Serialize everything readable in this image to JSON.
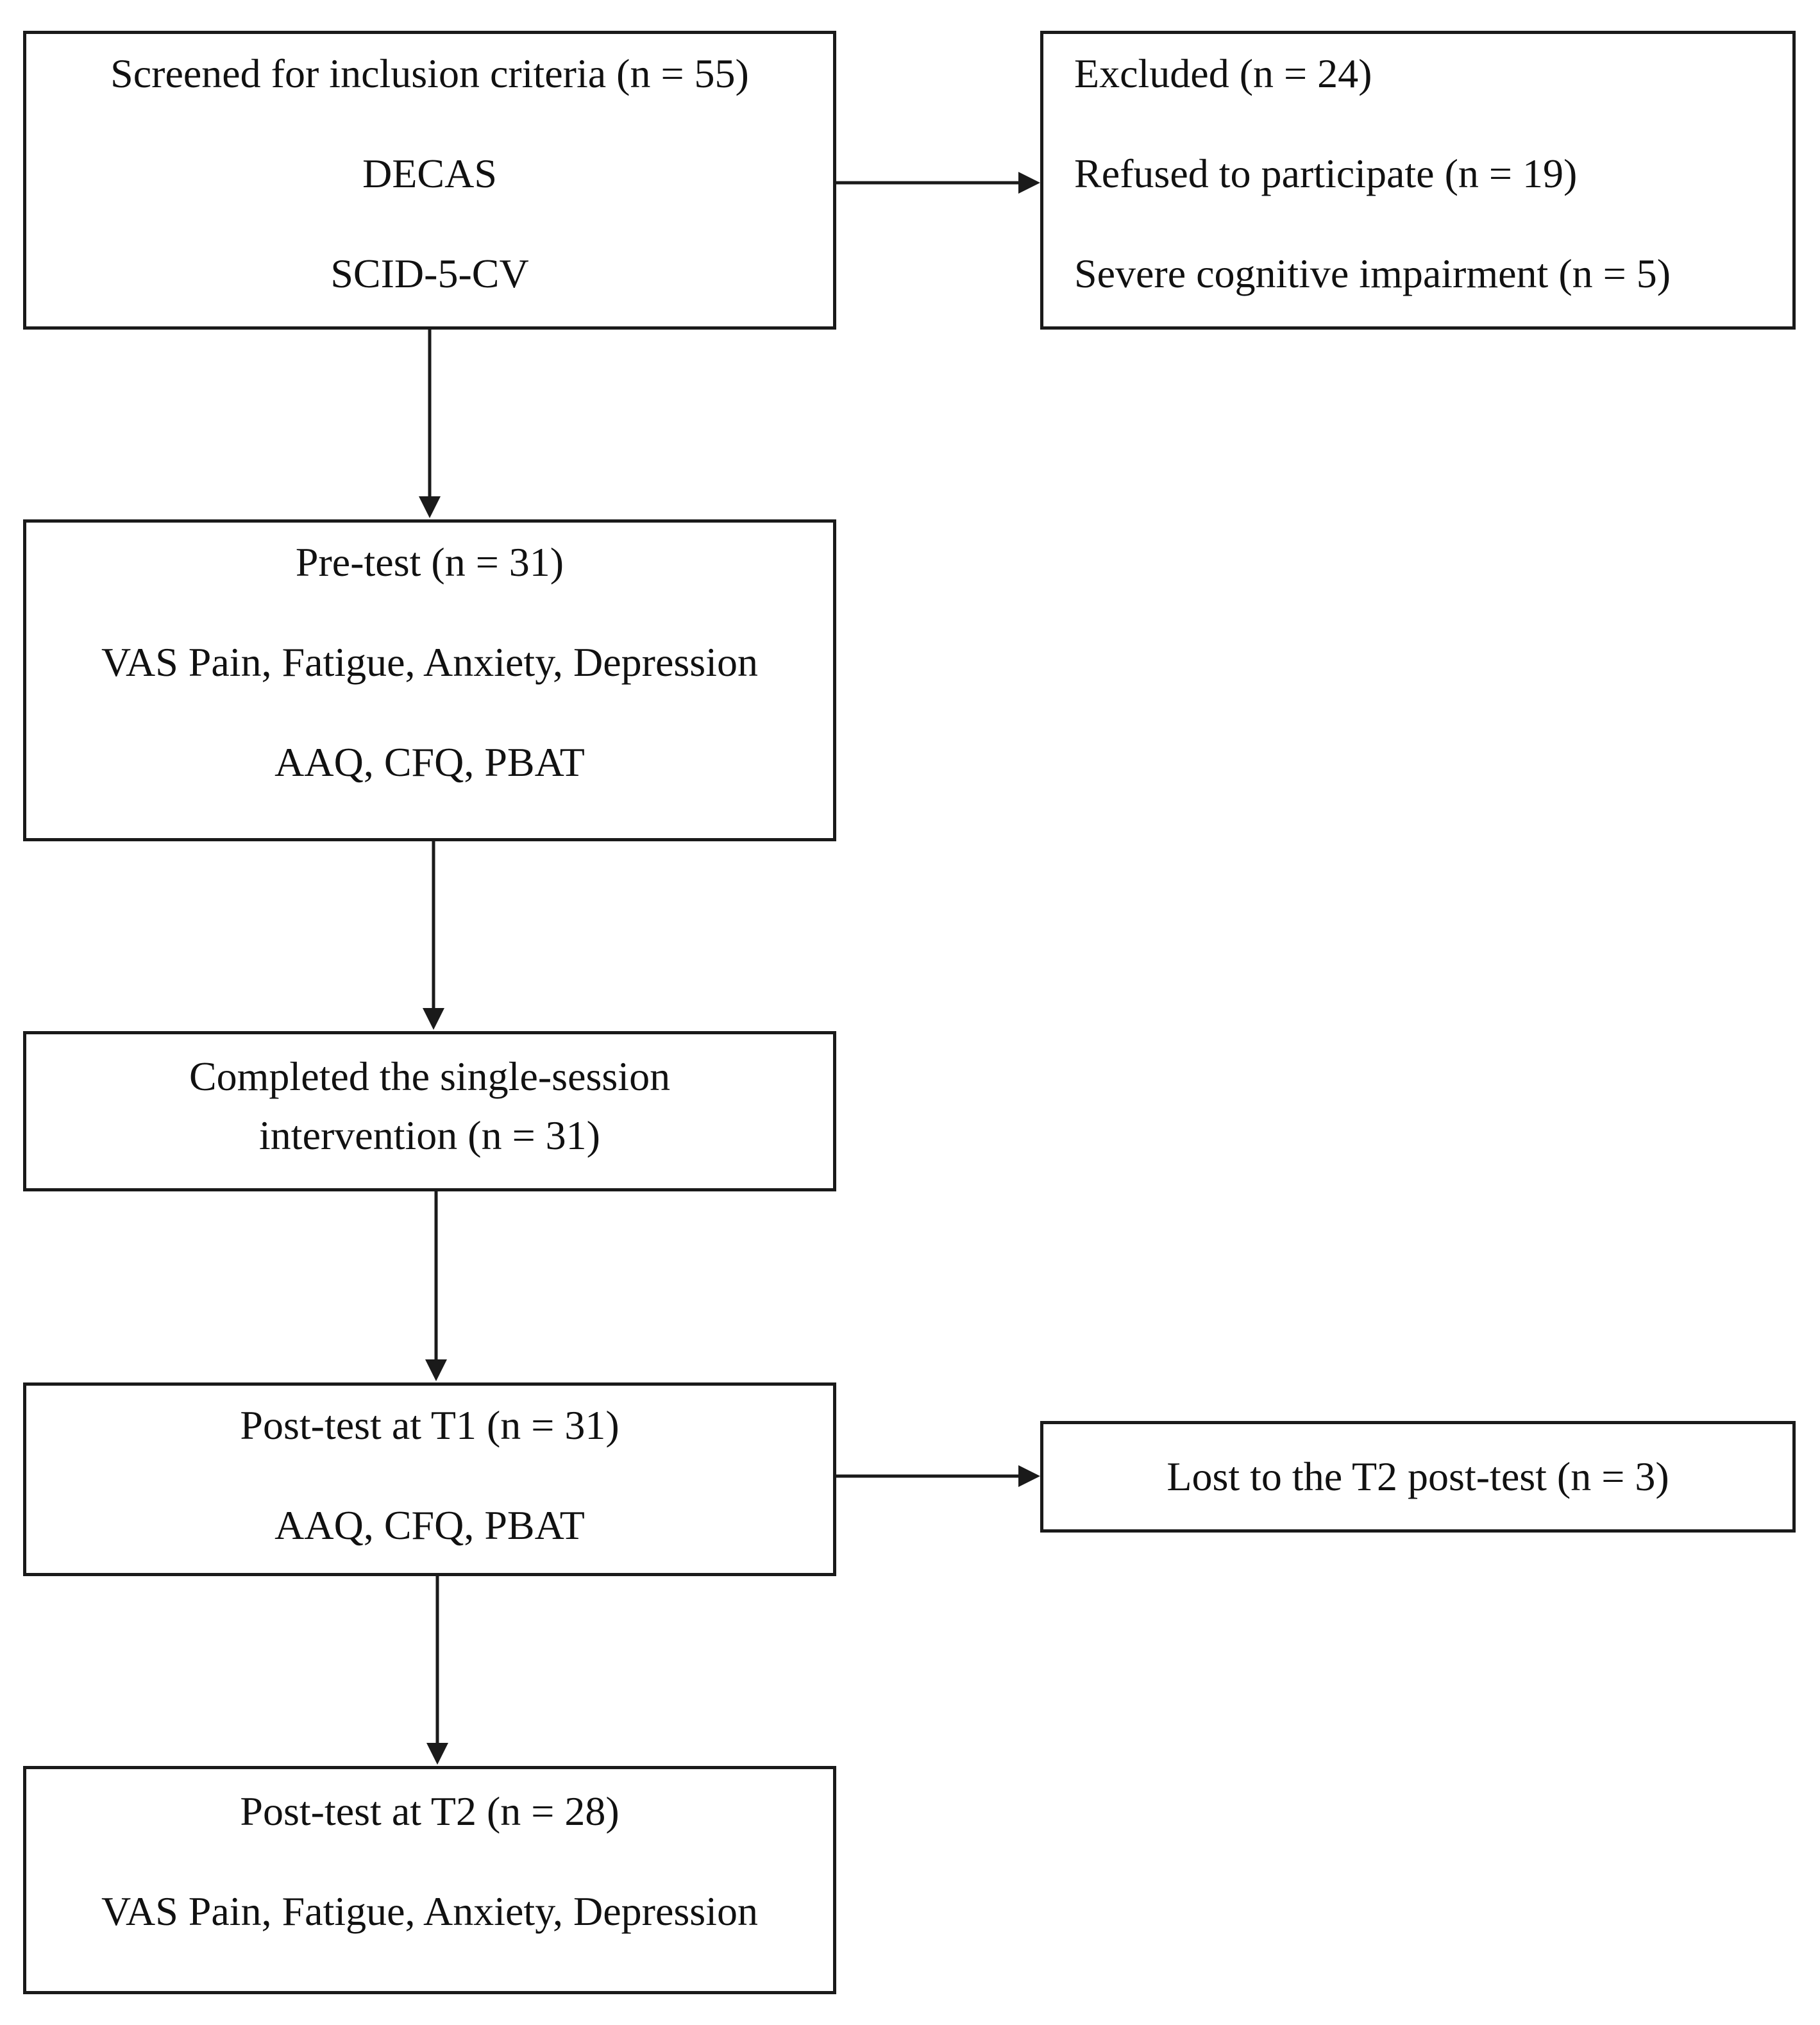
{
  "screening": {
    "title": "Screened for inclusion criteria (n = 55)",
    "item1": "DECAS",
    "item2": "SCID-5-CV"
  },
  "excluded": {
    "title": "Excluded (n = 24)",
    "reason1": "Refused to participate (n = 19)",
    "reason2": "Severe cognitive impairment (n = 5)"
  },
  "pretest": {
    "title": "Pre-test (n = 31)",
    "measures1": "VAS Pain, Fatigue, Anxiety, Depression",
    "measures2": "AAQ, CFQ, PBAT"
  },
  "intervention": {
    "line1": "Completed the single-session",
    "line2": "intervention (n = 31)"
  },
  "posttest_t1": {
    "title": "Post-test at T1 (n = 31)",
    "measures": "AAQ, CFQ, PBAT"
  },
  "lost": {
    "title": "Lost to the T2 post-test (n = 3)"
  },
  "posttest_t2": {
    "title": "Post-test at T2 (n = 28)",
    "measures": "VAS Pain, Fatigue, Anxiety, Depression"
  }
}
